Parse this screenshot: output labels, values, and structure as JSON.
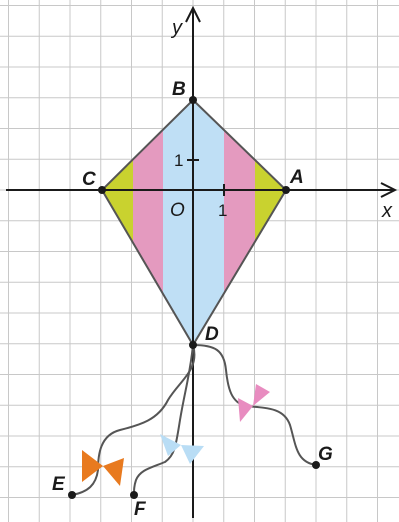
{
  "diagram": {
    "axes": {
      "x_label": "x",
      "y_label": "y",
      "origin_label": "O",
      "x_tick_label": "1",
      "y_tick_label": "1"
    },
    "points": {
      "A": {
        "label": "A",
        "x": 3,
        "y": 0
      },
      "B": {
        "label": "B",
        "x": 0,
        "y": 3
      },
      "C": {
        "label": "C",
        "x": -3,
        "y": 0
      },
      "D": {
        "label": "D",
        "x": 0,
        "y": -5
      },
      "E": {
        "label": "E",
        "x": -4,
        "y": -10
      },
      "F": {
        "label": "F",
        "x": -2,
        "y": -10
      },
      "G": {
        "label": "G",
        "x": 4,
        "y": -9
      }
    },
    "colors": {
      "outer_stripe": "#c9d22f",
      "middle_stripe": "#e49abf",
      "center_stripe": "#bfdff5",
      "bow_orange": "#e87a1f",
      "bow_light_blue": "#b9ddf5",
      "bow_pink": "#e88cc0",
      "grid": "#c8c8c8",
      "line": "#333333"
    }
  }
}
